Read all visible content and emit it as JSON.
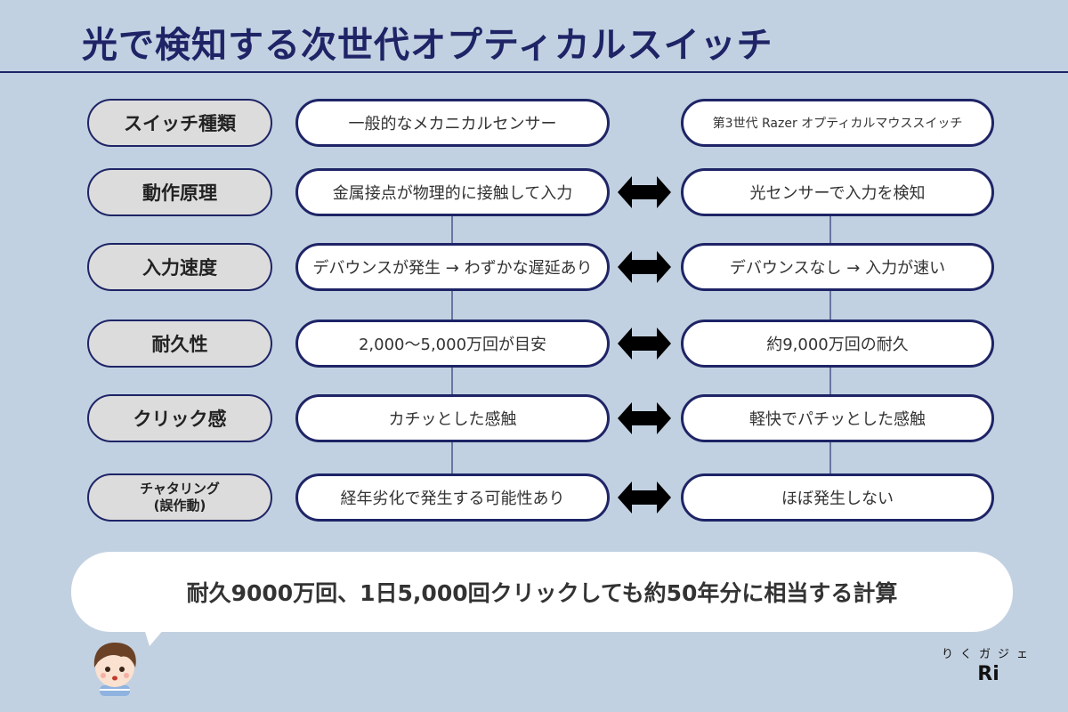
{
  "title": "光で検知する次世代オプティカルスイッチ",
  "rows": [
    {
      "label": "スイッチ種類",
      "mechanical": "一般的なメカニカルセンサー",
      "optical": "第3世代 Razer オプティカルマウススイッチ"
    },
    {
      "label": "動作原理",
      "mechanical": "金属接点が物理的に接触して入力",
      "optical": "光センサーで入力を検知"
    },
    {
      "label": "入力速度",
      "mechanical": "デバウンスが発生 → わずかな遅延あり",
      "optical": "デバウンスなし → 入力が速い"
    },
    {
      "label": "耐久性",
      "mechanical": "2,000〜5,000万回が目安",
      "optical": "約9,000万回の耐久"
    },
    {
      "label": "クリック感",
      "mechanical": "カチッとした感触",
      "optical": "軽快でパチッとした感触"
    },
    {
      "label": "チャタリング\n(誤作動)",
      "mechanical": "経年劣化で発生する可能性あり",
      "optical": "ほぼ発生しない"
    }
  ],
  "callout": "耐久9000万回、1日5,000回クリックしても約50年分に相当する計算",
  "logo": {
    "kana": "りくガジェ",
    "text": "Ri"
  },
  "colors": {
    "background": "#c2d1e1",
    "navy": "#1e2466",
    "label_fill": "#dcdcdc"
  }
}
